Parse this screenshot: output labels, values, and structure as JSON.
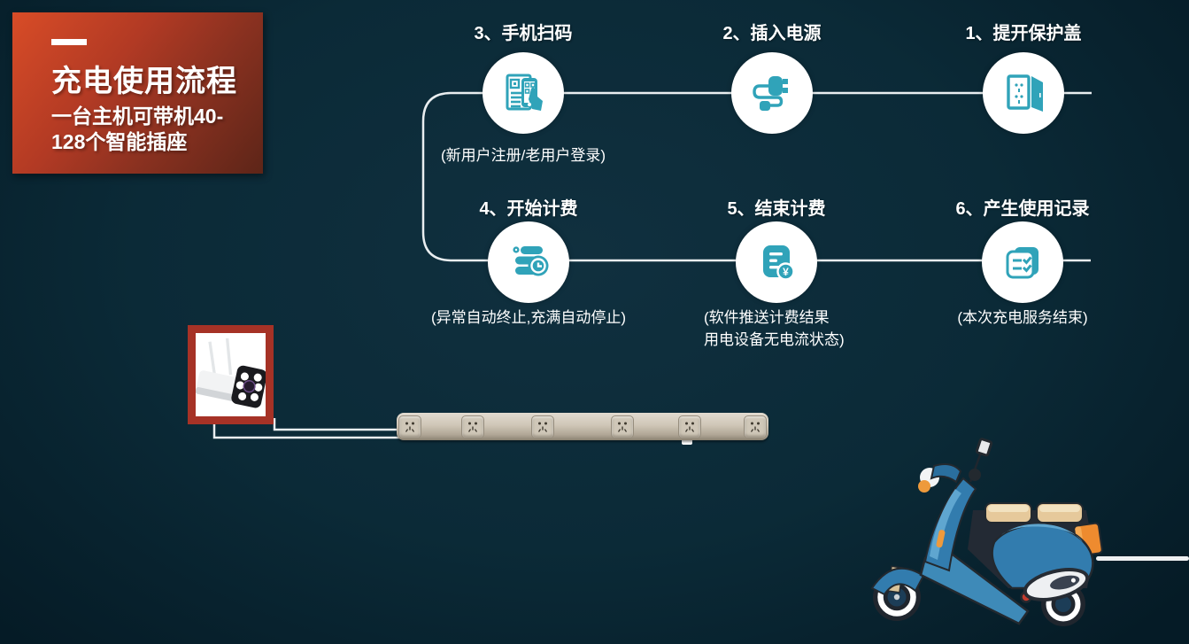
{
  "banner": {
    "title": "充电使用流程",
    "subtitle_line1": "一台主机可带机40-",
    "subtitle_line2": "128个智能插座"
  },
  "steps": [
    {
      "label": "1、提开保护盖",
      "icon": "protective-cover-icon"
    },
    {
      "label": "2、插入电源",
      "icon": "power-plug-icon"
    },
    {
      "label": "3、手机扫码",
      "caption": "(新用户注册/老用户登录)",
      "icon": "phone-scan-icon"
    },
    {
      "label": "4、开始计费",
      "caption": "(异常自动终止,充满自动停止)",
      "icon": "billing-start-icon"
    },
    {
      "label": "5、结束计费",
      "caption_line1": "(软件推送计费结果",
      "caption_line2": "用电设备无电流状态)",
      "icon": "billing-end-icon"
    },
    {
      "label": "6、产生使用记录",
      "caption": "(本次充电服务结束)",
      "icon": "usage-record-icon"
    }
  ],
  "devices": {
    "camera": "wifi-camera-host",
    "power_strip": "smart-power-strip",
    "socket_count": 6,
    "vehicle": "electric-scooter"
  },
  "colors": {
    "background": "#0b2a37",
    "accent_teal": "#30a3b9",
    "banner_red": "#b23a24",
    "camera_box_border": "#a63226",
    "strip_beige": "#cfc6b7",
    "scooter_blue": "#327cae",
    "line_white": "#e9eef0"
  }
}
